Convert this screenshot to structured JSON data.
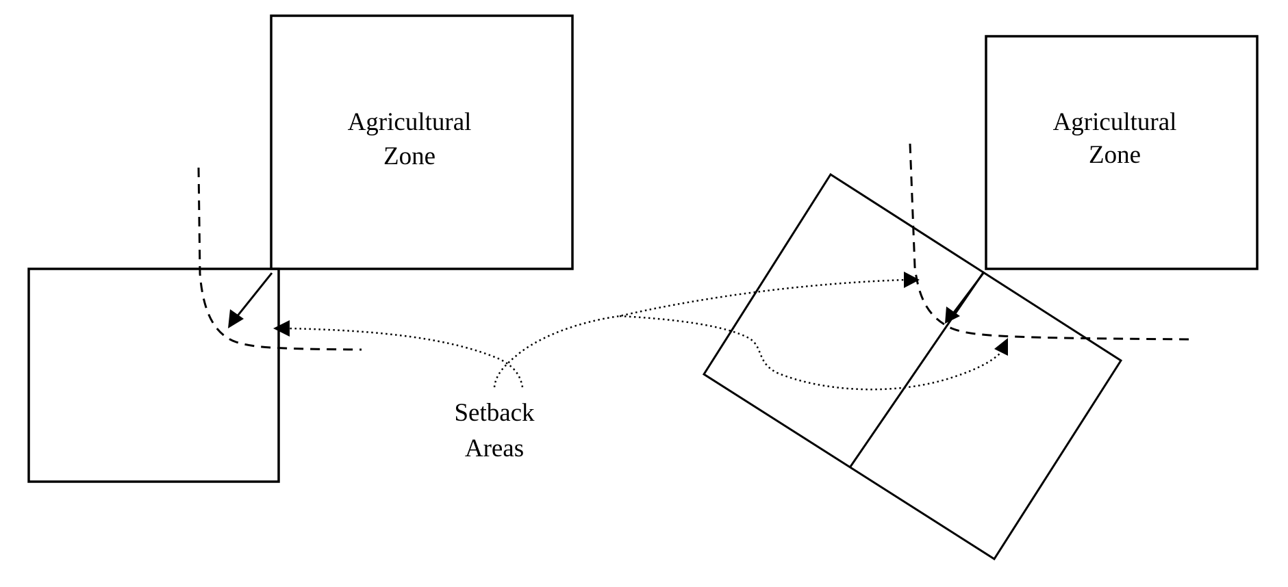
{
  "diagram": {
    "colors": {
      "ink": "#000000",
      "background": "#ffffff"
    },
    "left_scenario": {
      "zone_label_line1": "Agricultural",
      "zone_label_line2": "Zone"
    },
    "right_scenario": {
      "zone_label_line1": "Agricultural",
      "zone_label_line2": "Zone"
    },
    "callout": {
      "label_line1": "Setback",
      "label_line2": "Areas"
    },
    "legend_semantics": {
      "solid_box": "parcel / zone boundary",
      "dashed_curve": "setback line",
      "solid_arrow": "setback direction",
      "dotted_arrow": "callout pointer to setback area"
    }
  }
}
